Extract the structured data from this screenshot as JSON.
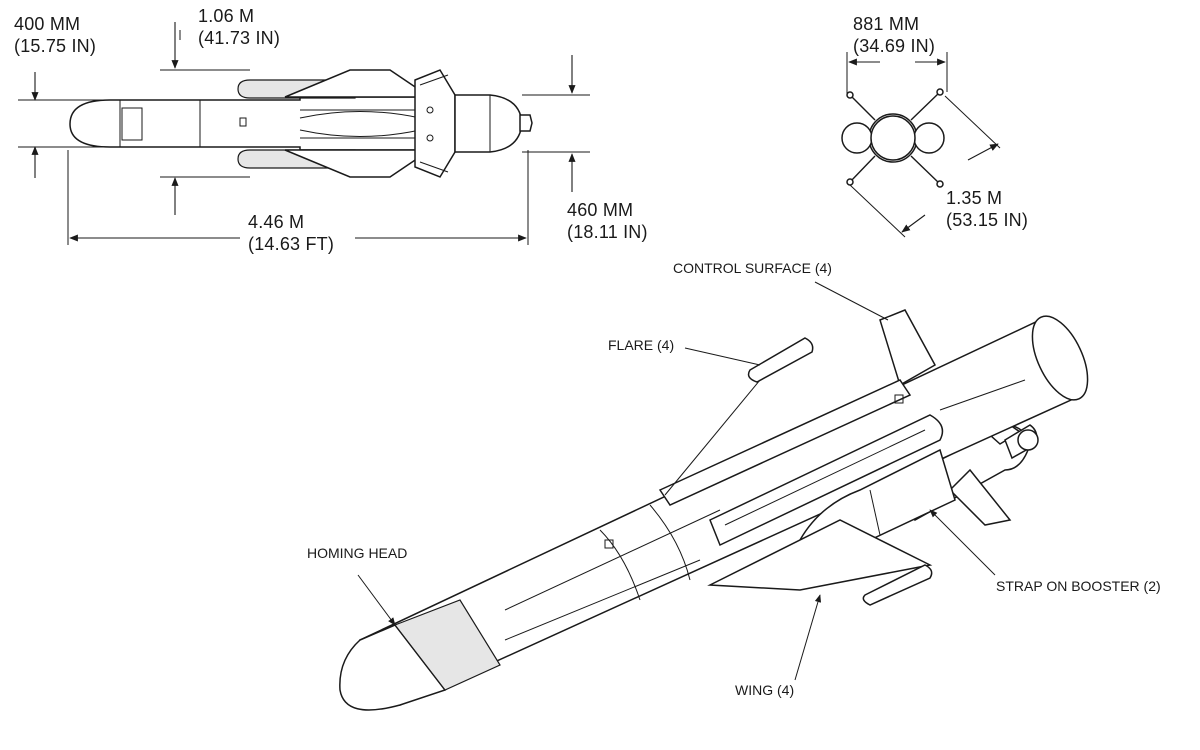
{
  "top_view": {
    "height_a": {
      "value": "400 MM",
      "sub": "(15.75 IN)"
    },
    "span_a": {
      "value": "1.06 M",
      "sub": "(41.73 IN)"
    },
    "length": {
      "value": "4.46 M",
      "sub": "(14.63 FT)"
    },
    "height_b": {
      "value": "460 MM",
      "sub": "(18.11 IN)"
    }
  },
  "end_view": {
    "width": {
      "value": "881 MM",
      "sub": "(34.69 IN)"
    },
    "diagonal": {
      "value": "1.35 M",
      "sub": "(53.15 IN)"
    }
  },
  "callouts": {
    "control_surface": "CONTROL SURFACE (4)",
    "flare": "FLARE (4)",
    "homing_head": "HOMING HEAD",
    "strap_on_booster": "STRAP ON BOOSTER (2)",
    "wing": "WING (4)"
  }
}
